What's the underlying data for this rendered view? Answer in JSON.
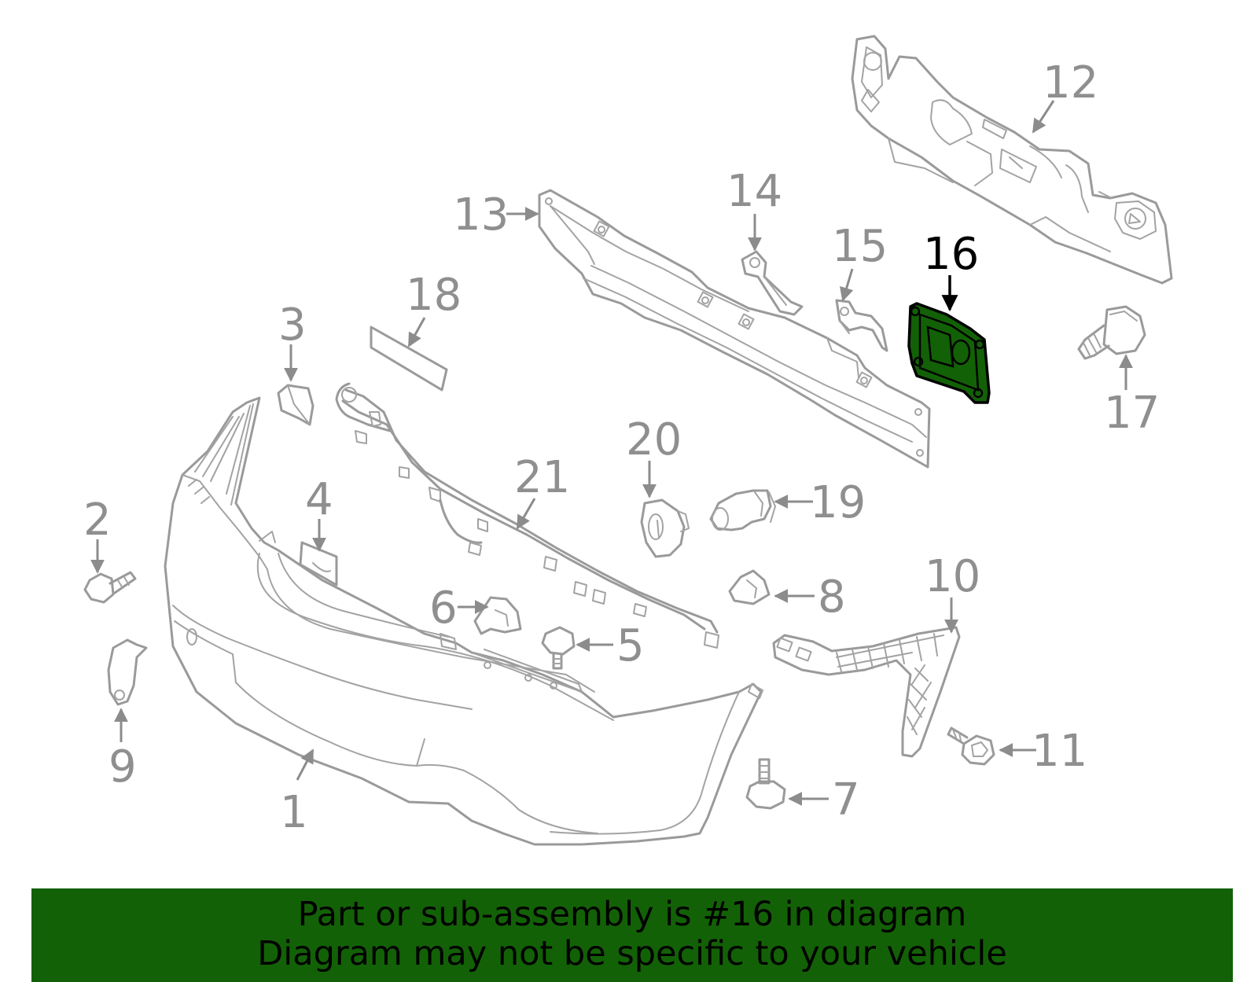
{
  "highlight": {
    "part_number": "16",
    "fill_color": "#136106",
    "stroke_color": "#000000"
  },
  "colors": {
    "line_gray": "#9a9a9a",
    "label_gray": "#8f8f8f",
    "banner_green": "#136106"
  },
  "callouts": {
    "c1": "1",
    "c2": "2",
    "c3": "3",
    "c4": "4",
    "c5": "5",
    "c6": "6",
    "c7": "7",
    "c8": "8",
    "c9": "9",
    "c10": "10",
    "c11": "11",
    "c12": "12",
    "c13": "13",
    "c14": "14",
    "c15": "15",
    "c16": "16",
    "c17": "17",
    "c18": "18",
    "c19": "19",
    "c20": "20",
    "c21": "21"
  },
  "banner": {
    "line1": "Part or sub-assembly is #16 in diagram",
    "line2": "Diagram may not be specific to your vehicle"
  }
}
